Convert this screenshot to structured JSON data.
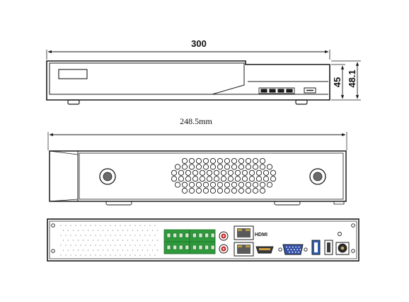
{
  "dimensions": {
    "front_width": "300",
    "front_height_inner": "45",
    "front_height_outer": "48.1",
    "top_depth": "248.5mm"
  },
  "colors": {
    "line": "#1a1a1a",
    "terminal_green": "#2e9a3c",
    "port_red": "#c8282b",
    "vga_blue": "#3552a8",
    "usb_blue": "#2f5fb5",
    "rj45_gold": "#b89a3c"
  }
}
